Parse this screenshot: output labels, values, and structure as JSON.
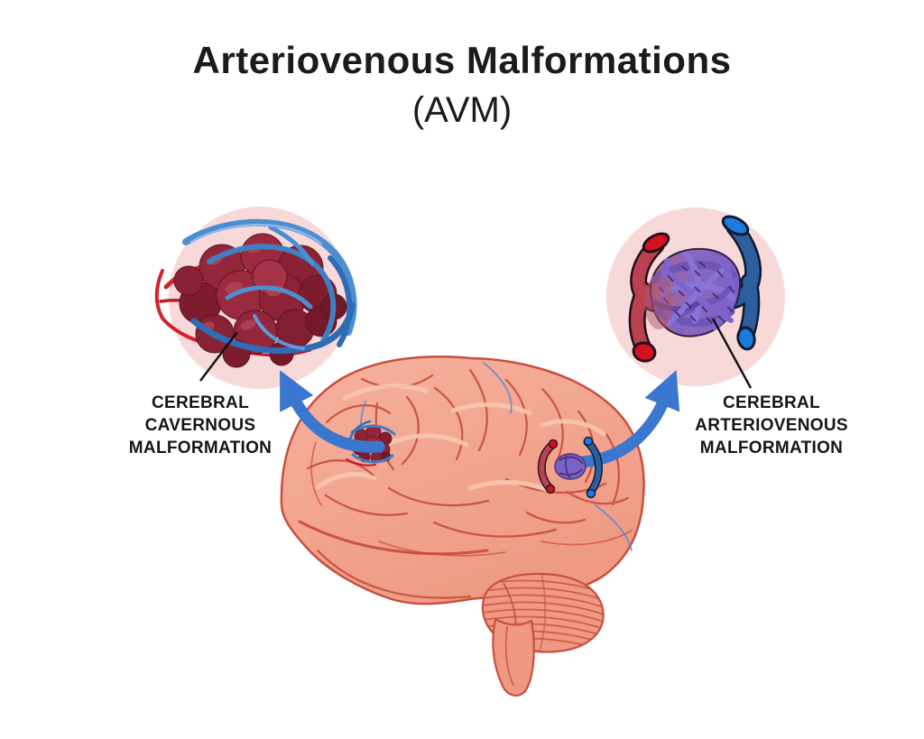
{
  "title": "Arteriovenous Malformations",
  "subtitle": "(AVM)",
  "callouts": {
    "left": {
      "name": "Cerebral Cavernous Malformation",
      "label_lines": [
        "CEREBRAL",
        "CAVERNOUS",
        "MALFORMATION"
      ]
    },
    "right": {
      "name": "Cerebral Arteriovenous Malformation",
      "label_lines": [
        "CEREBRAL",
        "ARTERIOVENOUS",
        "MALFORMATION"
      ]
    }
  },
  "icons": {
    "left_arrow": "curved-arrow-up-left-icon",
    "right_arrow": "curved-arrow-up-right-icon"
  },
  "colors": {
    "page_bg": "#ffffff",
    "title_text": "#1b1b1b",
    "label_text": "#161616",
    "bubble_pink": "#f8d9da",
    "arrow_blue": "#3b76cf",
    "leader_line": "#111111",
    "brain_fill": "#f2a693",
    "brain_outline": "#c8503f",
    "sulcus_red": "#c8503f",
    "cavernoma_red": "#8e2337",
    "vein_blue": "#3f7fc4",
    "artery_red": "#d6202b",
    "nidus_purple": "#7b62c9",
    "avm_artery_red": "#b94150",
    "avm_vein_blue": "#2d5e9e",
    "artery_opening_red": "#d6111f",
    "vein_opening_blue": "#1b7ce0"
  }
}
